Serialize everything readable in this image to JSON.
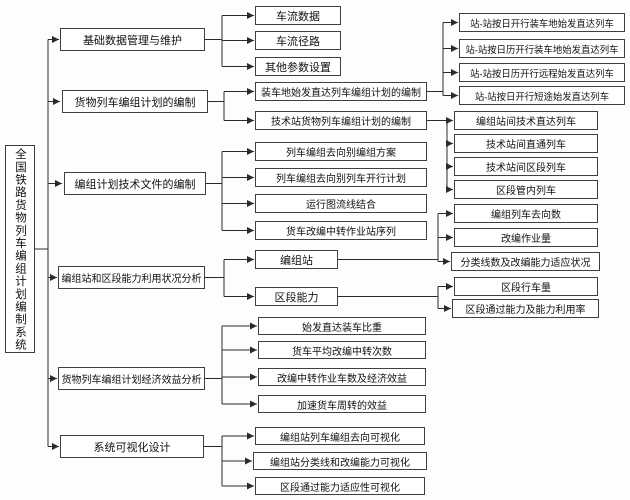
{
  "colors": {
    "background": "#fdfdfd",
    "line": "#2b2b2b",
    "box_border": "#3f3f3f",
    "box_fill": "#ffffff",
    "text": "#111111"
  },
  "tree": {
    "root": {
      "label": "全国铁路货物列车编组计划编制系统"
    },
    "branches": [
      {
        "label": "基础数据管理与维护",
        "children": [
          {
            "label": "车流数据"
          },
          {
            "label": "车流径路"
          },
          {
            "label": "其他参数设置"
          }
        ]
      },
      {
        "label": "货物列车编组计划的编制",
        "children": [
          {
            "label": "装车地始发直达列车编组计划的编制",
            "children": [
              {
                "label": "站-站按日开行装车地始发直达列车"
              },
              {
                "label": "站-站按日历开行装车地始发直达列车"
              },
              {
                "label": "站-站按日历开行远程始发直达列车"
              },
              {
                "label": "站-站按日开行短途始发直达列车"
              }
            ]
          },
          {
            "label": "技术站货物列车编组计划的编制",
            "children": [
              {
                "label": "编组站间技术直达列车"
              },
              {
                "label": "技术站间直通列车"
              },
              {
                "label": "技术站间区段列车"
              },
              {
                "label": "区段管内列车"
              }
            ]
          }
        ]
      },
      {
        "label": "编组计划技术文件的编制",
        "children": [
          {
            "label": "列车编组去向别编组方案"
          },
          {
            "label": "列车编组去向别列车开行计划"
          },
          {
            "label": "运行图流线结合"
          },
          {
            "label": "货车改编中转作业站序列"
          }
        ]
      },
      {
        "label": "编组站和区段能力利用状况分析",
        "children": [
          {
            "label": "编组站",
            "children": [
              {
                "label": "编组列车去向数"
              },
              {
                "label": "改编作业量"
              },
              {
                "label": "分类线数及改编能力适应状况"
              }
            ]
          },
          {
            "label": "区段能力",
            "children": [
              {
                "label": "区段行车量"
              },
              {
                "label": "区段通过能力及能力利用率"
              }
            ]
          }
        ]
      },
      {
        "label": "货物列车编组计划经济效益分析",
        "children": [
          {
            "label": "始发直达装车比重"
          },
          {
            "label": "货车平均改编中转次数"
          },
          {
            "label": "改编中转作业车数及经济效益"
          },
          {
            "label": "加速货车周转的效益"
          }
        ]
      },
      {
        "label": "系统可视化设计",
        "children": [
          {
            "label": "编组站列车编组去向可视化"
          },
          {
            "label": "编组站分类线和改编能力可视化"
          },
          {
            "label": "区段通过能力适应性可视化"
          }
        ]
      }
    ]
  }
}
